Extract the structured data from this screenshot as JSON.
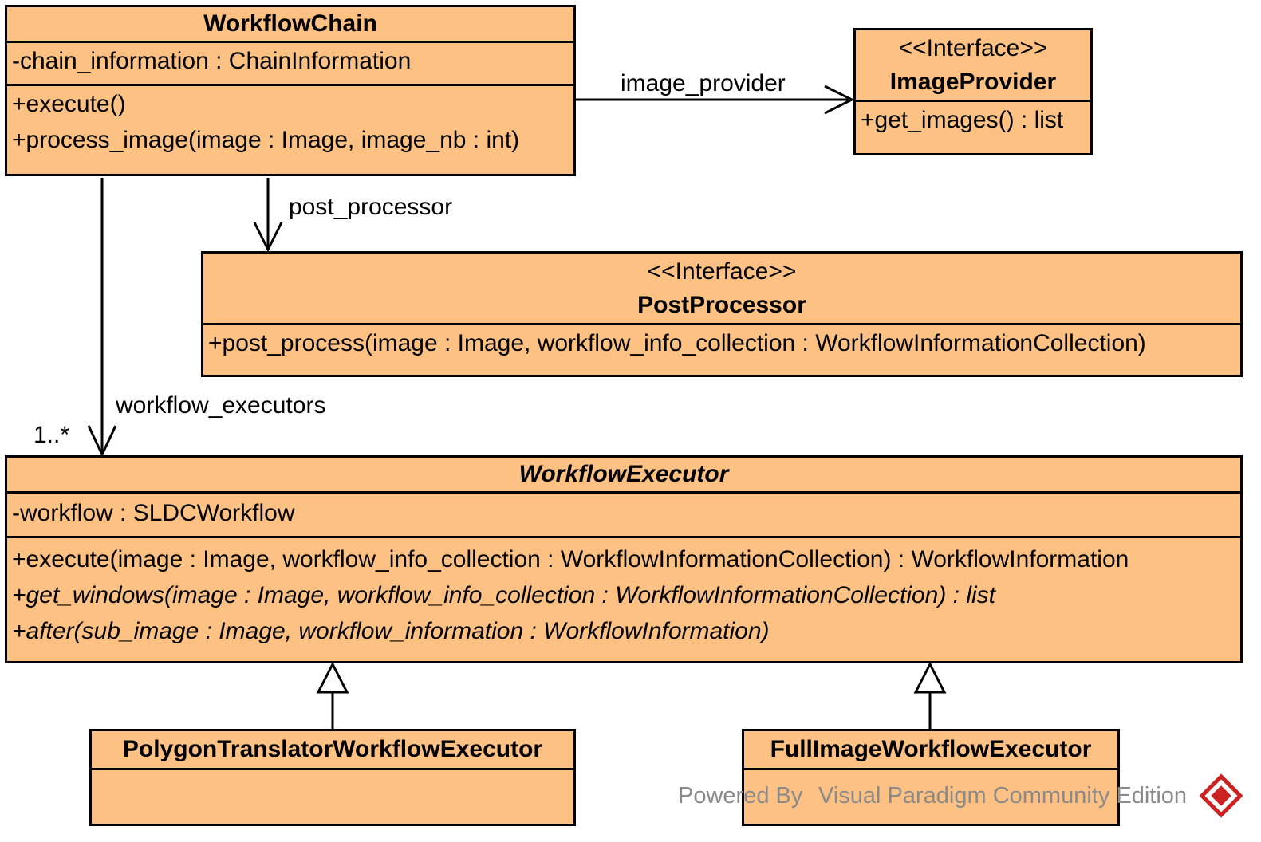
{
  "classes": {
    "workflow_chain": {
      "name": "WorkflowChain",
      "attributes": [
        "-chain_information : ChainInformation"
      ],
      "operations": [
        "+execute()",
        "+process_image(image : Image, image_nb : int)"
      ]
    },
    "image_provider": {
      "stereotype": "<<Interface>>",
      "name": "ImageProvider",
      "operations": [
        "+get_images() : list"
      ]
    },
    "post_processor": {
      "stereotype": "<<Interface>>",
      "name": "PostProcessor",
      "operations": [
        "+post_process(image : Image, workflow_info_collection : WorkflowInformationCollection)"
      ]
    },
    "workflow_executor": {
      "name": "WorkflowExecutor",
      "abstract": true,
      "attributes": [
        "-workflow : SLDCWorkflow"
      ],
      "operations": [
        "+execute(image : Image, workflow_info_collection : WorkflowInformationCollection) : WorkflowInformation",
        "+get_windows(image : Image, workflow_info_collection : WorkflowInformationCollection) : list",
        "+after(sub_image : Image, workflow_information : WorkflowInformation)"
      ]
    },
    "polygon_translator": {
      "name": "PolygonTranslatorWorkflowExecutor"
    },
    "full_image": {
      "name": "FullImageWorkflowExecutor"
    }
  },
  "associations": {
    "image_provider_label": "image_provider",
    "post_processor_label": "post_processor",
    "workflow_executors_label": "workflow_executors",
    "workflow_executors_multiplicity": "1..*"
  },
  "watermark": {
    "text_prefix": "Powered By",
    "text_product": "Visual Paradigm Community Edition",
    "logo_icon": "visual-paradigm-logo-icon"
  },
  "colors": {
    "class_fill": "#fec184",
    "stroke": "#000000",
    "watermark_text": "#8a8a8a",
    "logo": "#cc2222"
  }
}
